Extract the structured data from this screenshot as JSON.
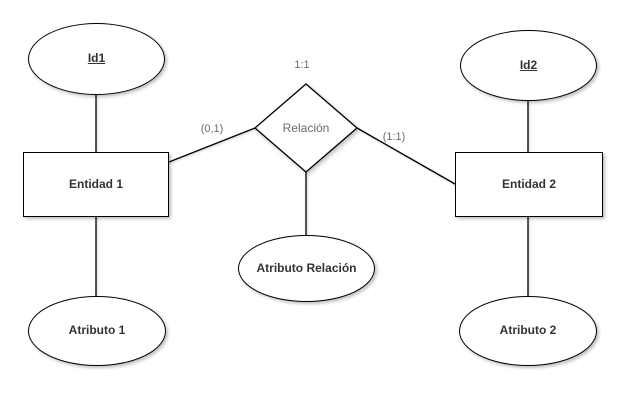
{
  "diagram": {
    "kind": "entity-relationship",
    "colors": {
      "background": "#ffffff",
      "shape_fill": "#ffffff",
      "shape_stroke": "#000000",
      "label_color": "#333333",
      "muted_label_color": "#6b6b6b"
    },
    "nodes": {
      "id1": {
        "label": "Id1",
        "shape": "ellipse",
        "underlined_key": true
      },
      "id2": {
        "label": "Id2",
        "shape": "ellipse",
        "underlined_key": true
      },
      "entidad1": {
        "label": "Entidad 1",
        "shape": "rectangle"
      },
      "entidad2": {
        "label": "Entidad 2",
        "shape": "rectangle"
      },
      "atributo1": {
        "label": "Atributo 1",
        "shape": "ellipse"
      },
      "atributo2": {
        "label": "Atributo 2",
        "shape": "ellipse"
      },
      "atributo_relacion": {
        "label": "Atributo Relación",
        "shape": "ellipse"
      },
      "relacion": {
        "label": "Relación",
        "shape": "diamond"
      }
    },
    "edge_labels": {
      "above_diamond": "1:1",
      "entidad1_to_relacion": "(0,1)",
      "relacion_to_entidad2": "(1:1)"
    }
  }
}
